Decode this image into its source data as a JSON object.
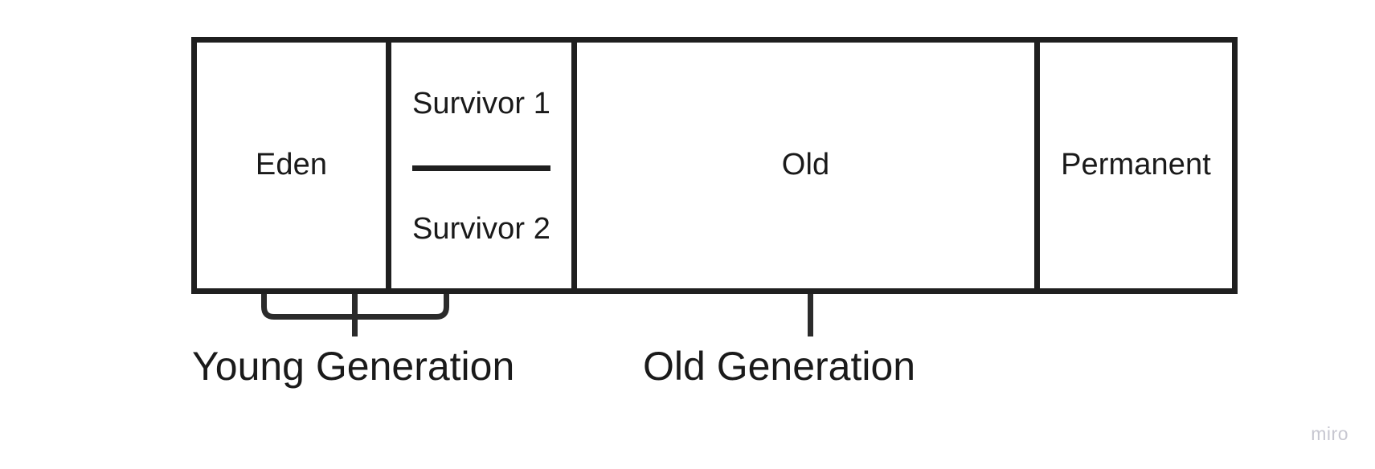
{
  "diagram": {
    "type": "jvm-memory-layout",
    "title": "",
    "colors": {
      "border": "#1f1f1f",
      "text": "#1a1a1a",
      "background": "#ffffff",
      "connector": "#2b2b2b",
      "watermark": "#c7c7d1"
    },
    "memory_bar": {
      "regions": [
        {
          "id": "eden",
          "label": "Eden"
        },
        {
          "id": "survivors",
          "label": "",
          "cells": [
            {
              "id": "survivor-1",
              "label": "Survivor 1"
            },
            {
              "id": "survivor-2",
              "label": "Survivor 2"
            }
          ]
        },
        {
          "id": "old",
          "label": "Old"
        },
        {
          "id": "permanent",
          "label": "Permanent"
        }
      ]
    },
    "groupings": [
      {
        "id": "young-generation",
        "label": "Young Generation",
        "connector": "brace",
        "covers": [
          "eden",
          "survivors"
        ]
      },
      {
        "id": "old-generation",
        "label": "Old Generation",
        "connector": "line",
        "covers": [
          "old"
        ]
      }
    ]
  },
  "watermark": {
    "text": "miro"
  }
}
